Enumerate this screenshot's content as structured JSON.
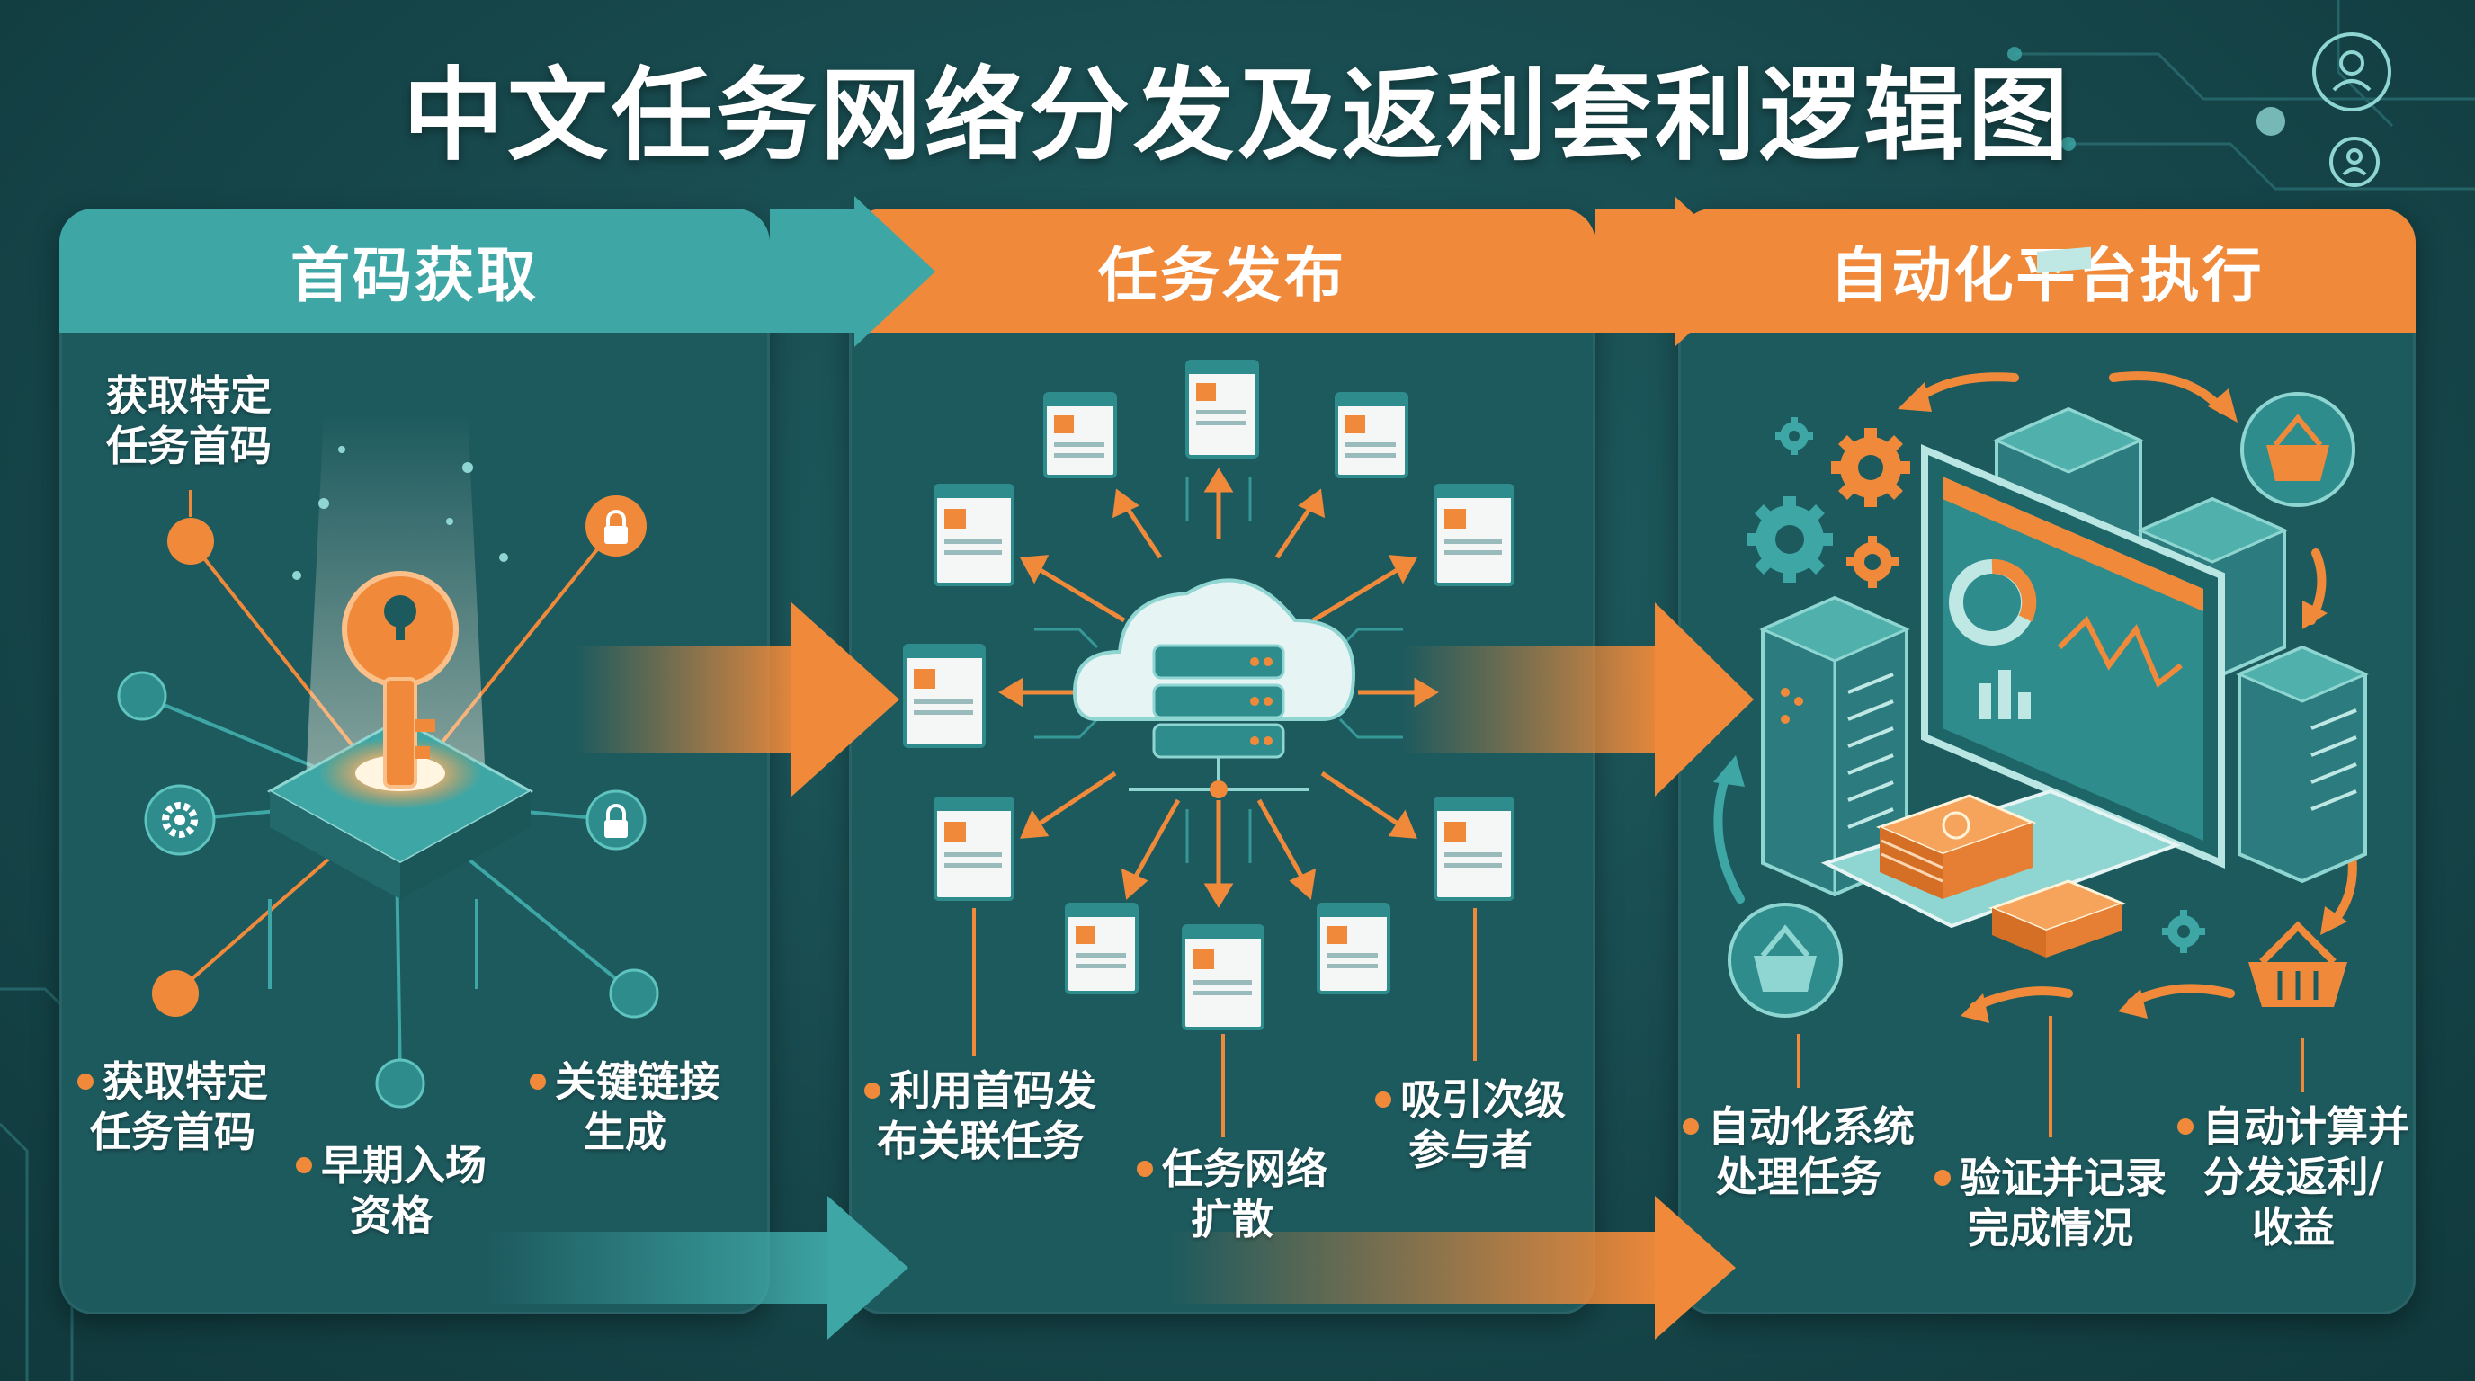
{
  "title": "中文任务网络分发及返利套利逻辑图",
  "colors": {
    "teal": "#3ea7a6",
    "orange": "#f08a3a",
    "panel": "#1d5a5e",
    "background": "#17484c"
  },
  "stages": [
    {
      "header": "首码获取",
      "labels": [
        "获取特定\n任务首码",
        "获取特定\n任务首码",
        "早期入场\n资格",
        "关键链接\n生成"
      ],
      "icons": [
        "key-icon",
        "lock-icon",
        "gear-icon",
        "lock-icon"
      ]
    },
    {
      "header": "任务发布",
      "labels": [
        "利用首码发\n布关联任务",
        "任务网络\n扩散",
        "吸引次级\n参与者"
      ],
      "icons": [
        "cloud-server-icon",
        "document-icon"
      ]
    },
    {
      "header": "自动化平台执行",
      "labels": [
        "自动化系统\n处理任务",
        "验证并记录\n完成情况",
        "自动计算并\n分发返利/\n收益"
      ],
      "icons": [
        "monitor-icon",
        "server-icon",
        "basket-icon",
        "gear-icon",
        "money-icon"
      ]
    }
  ]
}
